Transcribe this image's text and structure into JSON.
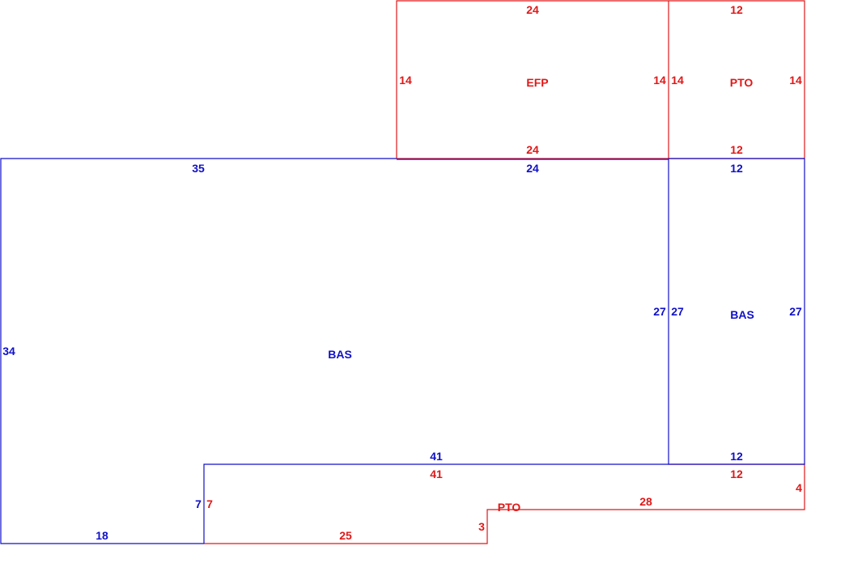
{
  "colors": {
    "bas": "#1010c8",
    "addition": "#e01818"
  },
  "areas": [
    {
      "code": "BAS",
      "color": "bas",
      "label": "BAS",
      "dims": [
        "35",
        "24",
        "12",
        "27",
        "27",
        "27",
        "12",
        "41",
        "7",
        "18",
        "34"
      ]
    },
    {
      "code": "BAS",
      "color": "bas",
      "label": "BAS"
    },
    {
      "code": "EFP",
      "color": "addition",
      "label": "EFP",
      "dims": [
        "24",
        "14",
        "14",
        "24"
      ]
    },
    {
      "code": "PTO",
      "color": "addition",
      "label": "PTO",
      "dims": [
        "12",
        "14",
        "14",
        "12"
      ]
    },
    {
      "code": "PTO",
      "color": "addition",
      "label": "PTO",
      "dims": [
        "41",
        "12",
        "4",
        "28",
        "7",
        "3",
        "25"
      ]
    }
  ]
}
